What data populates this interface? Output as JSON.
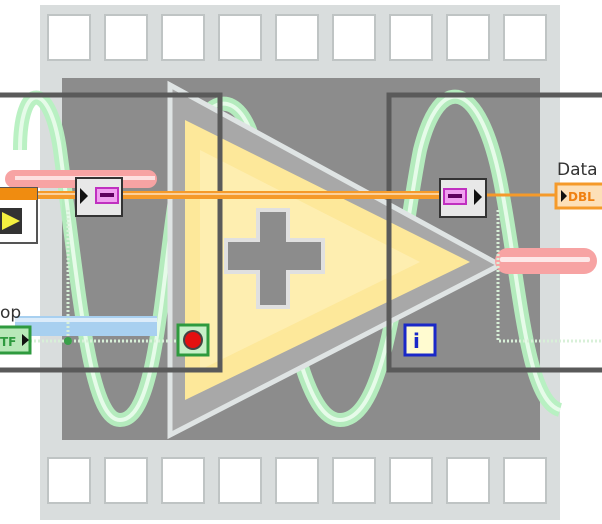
{
  "labels": {
    "data_indicator": "Data",
    "data_type": "DBL",
    "stop_control": "op",
    "stop_type": "TF",
    "iteration": "i"
  },
  "colors": {
    "film": "#d9dddd",
    "canvas": "#8c8c8c",
    "wave": "#b6f0c0",
    "amplifier": "#fde89a",
    "orange_wire": "#f59a2a",
    "pink_wire": "#f7a3a3",
    "loop_frame": "#5a5a5a",
    "stop_red": "#e41010",
    "iteration_blue": "#1a28c8",
    "boolean_green": "#2e9a3e"
  },
  "icons": [
    "film-strip",
    "sine-wave",
    "amplifier-plus",
    "while-loop",
    "queue-node",
    "stop-button",
    "iteration-terminal"
  ]
}
